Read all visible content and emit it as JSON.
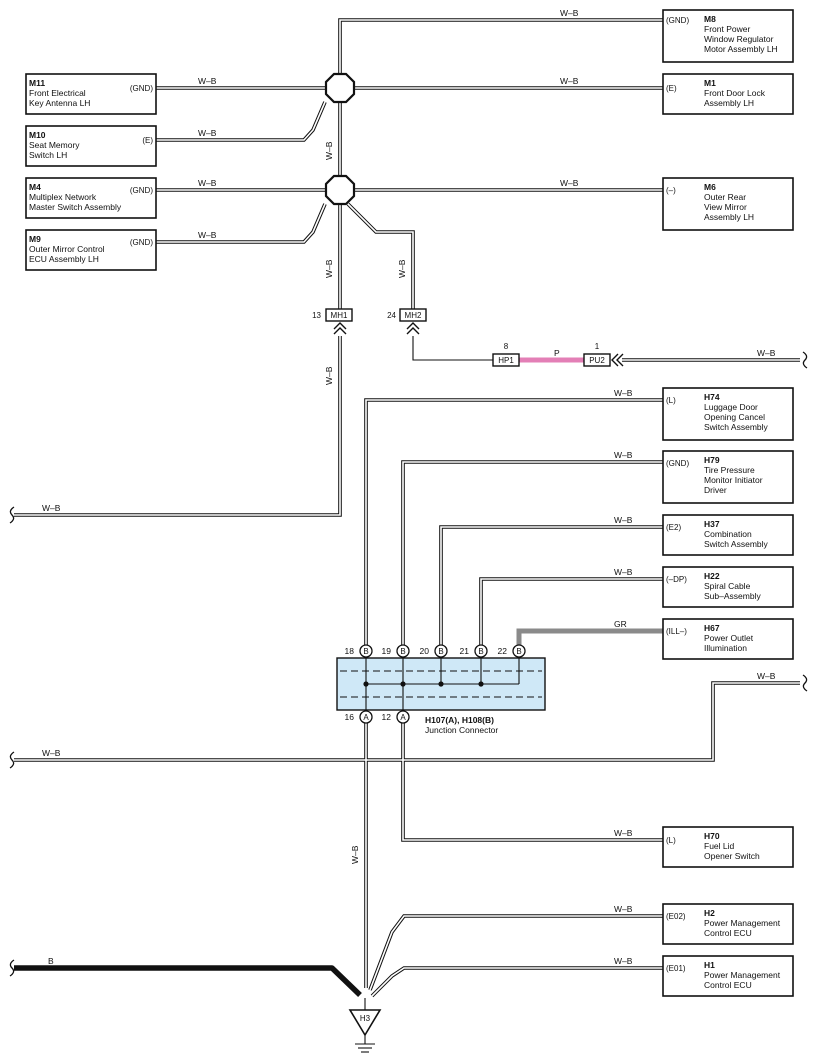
{
  "wire_colors": {
    "W-B": "#ffffff",
    "P": "#e37fb6",
    "GR": "#8a8a8a",
    "B": "#111111"
  },
  "wire_labels": {
    "wb": "W–B",
    "p": "P",
    "gr": "GR",
    "b": "B"
  },
  "components": {
    "M8": {
      "code": "M8",
      "terminal": "(GND)",
      "lines": [
        "Front Power",
        "Window Regulator",
        "Motor Assembly LH"
      ]
    },
    "M1": {
      "code": "M1",
      "terminal": "(E)",
      "lines": [
        "Front Door Lock",
        "Assembly LH"
      ]
    },
    "M11": {
      "code": "M11",
      "terminal": "(GND)",
      "lines": [
        "Front Electrical",
        "Key Antenna LH"
      ]
    },
    "M10": {
      "code": "M10",
      "terminal": "(E)",
      "lines": [
        "Seat Memory",
        "Switch LH"
      ]
    },
    "M4": {
      "code": "M4",
      "terminal": "(GND)",
      "lines": [
        "Multiplex Network",
        "Master Switch Assembly"
      ]
    },
    "M6": {
      "code": "M6",
      "terminal": "(–)",
      "lines": [
        "Outer Rear",
        "View Mirror",
        "Assembly LH"
      ]
    },
    "M9": {
      "code": "M9",
      "terminal": "(GND)",
      "lines": [
        "Outer Mirror Control",
        "ECU Assembly LH"
      ]
    },
    "H74": {
      "code": "H74",
      "terminal": "(L)",
      "lines": [
        "Luggage Door",
        "Opening Cancel",
        "Switch Assembly"
      ]
    },
    "H79": {
      "code": "H79",
      "terminal": "(GND)",
      "lines": [
        "Tire Pressure",
        "Monitor Initiator",
        "Driver"
      ]
    },
    "H37": {
      "code": "H37",
      "terminal": "(E2)",
      "lines": [
        "Combination",
        "Switch Assembly"
      ]
    },
    "H22": {
      "code": "H22",
      "terminal": "(–DP)",
      "lines": [
        "Spiral Cable",
        "Sub–Assembly"
      ]
    },
    "H67": {
      "code": "H67",
      "terminal": "(ILL–)",
      "lines": [
        "Power Outlet",
        "Illumination"
      ]
    },
    "H70": {
      "code": "H70",
      "terminal": "(L)",
      "lines": [
        "Fuel Lid",
        "Opener Switch"
      ]
    },
    "H2": {
      "code": "H2",
      "terminal": "(E02)",
      "lines": [
        "Power Management",
        "Control ECU"
      ]
    },
    "H1": {
      "code": "H1",
      "terminal": "(E01)",
      "lines": [
        "Power Management",
        "Control ECU"
      ]
    }
  },
  "connectors": {
    "MH1": {
      "label": "MH1",
      "pin": "13"
    },
    "MH2": {
      "label": "MH2",
      "pin": "24"
    },
    "HP1": {
      "label": "HP1",
      "pin": "8"
    },
    "PU2": {
      "label": "PU2",
      "pin": "1"
    }
  },
  "junction_connector": {
    "title": "H107(A), H108(B)",
    "subtitle": "Junction Connector",
    "top_pins": [
      {
        "num": "18",
        "letter": "B"
      },
      {
        "num": "19",
        "letter": "B"
      },
      {
        "num": "20",
        "letter": "B"
      },
      {
        "num": "21",
        "letter": "B"
      },
      {
        "num": "22",
        "letter": "B"
      }
    ],
    "bottom_pins": [
      {
        "num": "16",
        "letter": "A"
      },
      {
        "num": "12",
        "letter": "A"
      }
    ]
  },
  "ground": {
    "label": "H3"
  }
}
